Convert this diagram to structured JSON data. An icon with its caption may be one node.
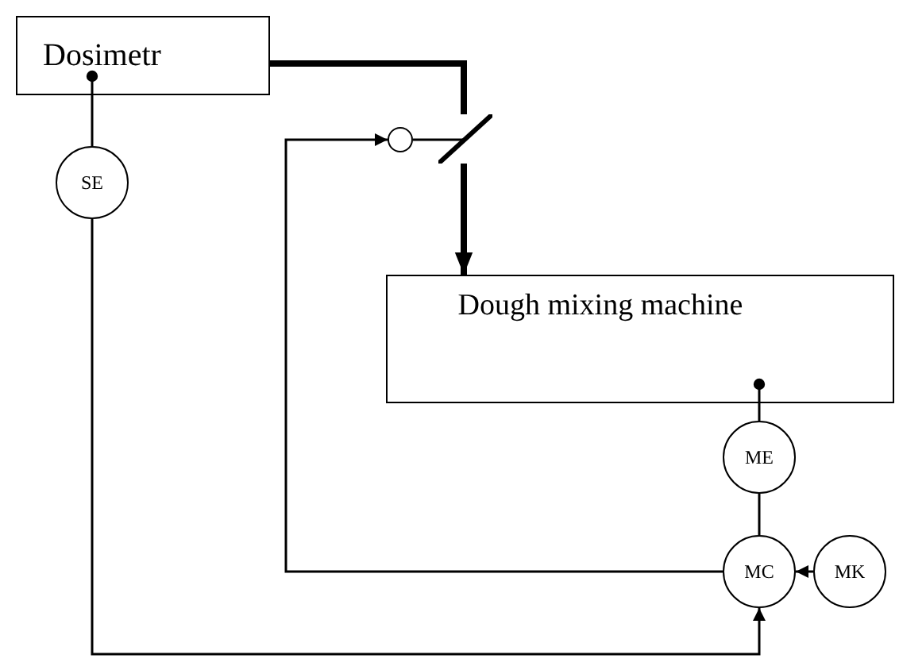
{
  "diagram": {
    "nodes": [
      {
        "text": [
          "Dosimetr"
        ]
      },
      {
        "text": [],
        "shape": "circle"
      },
      {
        "text": [],
        "shape": "bar"
      },
      {
        "text": [
          "SE"
        ]
      },
      {
        "text": [
          "Dough mixing machine"
        ]
      },
      {
        "text": [
          "ME"
        ]
      },
      {
        "text": [
          "MC"
        ]
      },
      {
        "text": [
          "MK"
        ]
      }
    ],
    "edges": [
      {
        "from": 0,
        "to": 2,
        "arrow": "none",
        "style": "thick"
      },
      {
        "from": 2,
        "to": 4,
        "arrow": "to",
        "style": "thick"
      },
      {
        "from": 3,
        "to": 0,
        "arrow": "other"
      },
      {
        "from": 3,
        "to": 6,
        "arrow": "to"
      },
      {
        "from": 6,
        "to": 1,
        "arrow": "to"
      },
      {
        "from": 1,
        "to": 2,
        "arrow": "none"
      },
      {
        "from": 5,
        "to": 4,
        "arrow": "other"
      },
      {
        "from": 5,
        "to": 6,
        "arrow": "none"
      },
      {
        "from": 7,
        "to": 6,
        "arrow": "to"
      }
    ]
  }
}
